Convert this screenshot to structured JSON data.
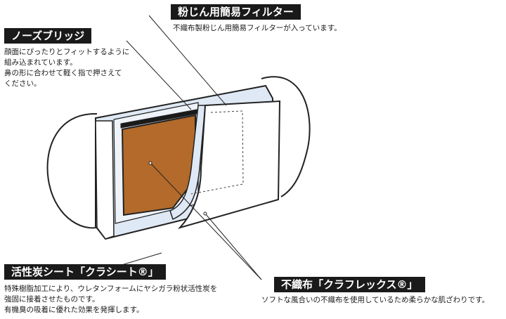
{
  "labels": {
    "filter_title": "粉じん用簡易フィルター",
    "filter_desc": "不織布製粉じん用簡易フィルターが入っています。",
    "nose_title": "ノーズブリッジ",
    "nose_desc": [
      "顔面にぴったりとフィットするように",
      "組み込まれています。",
      "鼻の形に合わせて軽く指で押さえて",
      "ください。"
    ],
    "carbon_title": "活性炭シート「クラシート®」",
    "carbon_desc": [
      "特殊樹脂加工により、ウレタンフォームにヤシガラ粉状活性炭を",
      "強固に接着させたものです。",
      "有機臭の吸着に優れた効果を発揮します。"
    ],
    "nonwoven_title": "不織布「クラフレックス®」",
    "nonwoven_desc": "ソフトな風合いの不織布を使用しているため柔らかな肌ざわりです。"
  },
  "colors": {
    "carbon_sheet": "#b36a2a",
    "mask_blue": "#dfe9f5",
    "outline": "#222222",
    "label_bg": "#1a1a1a"
  }
}
